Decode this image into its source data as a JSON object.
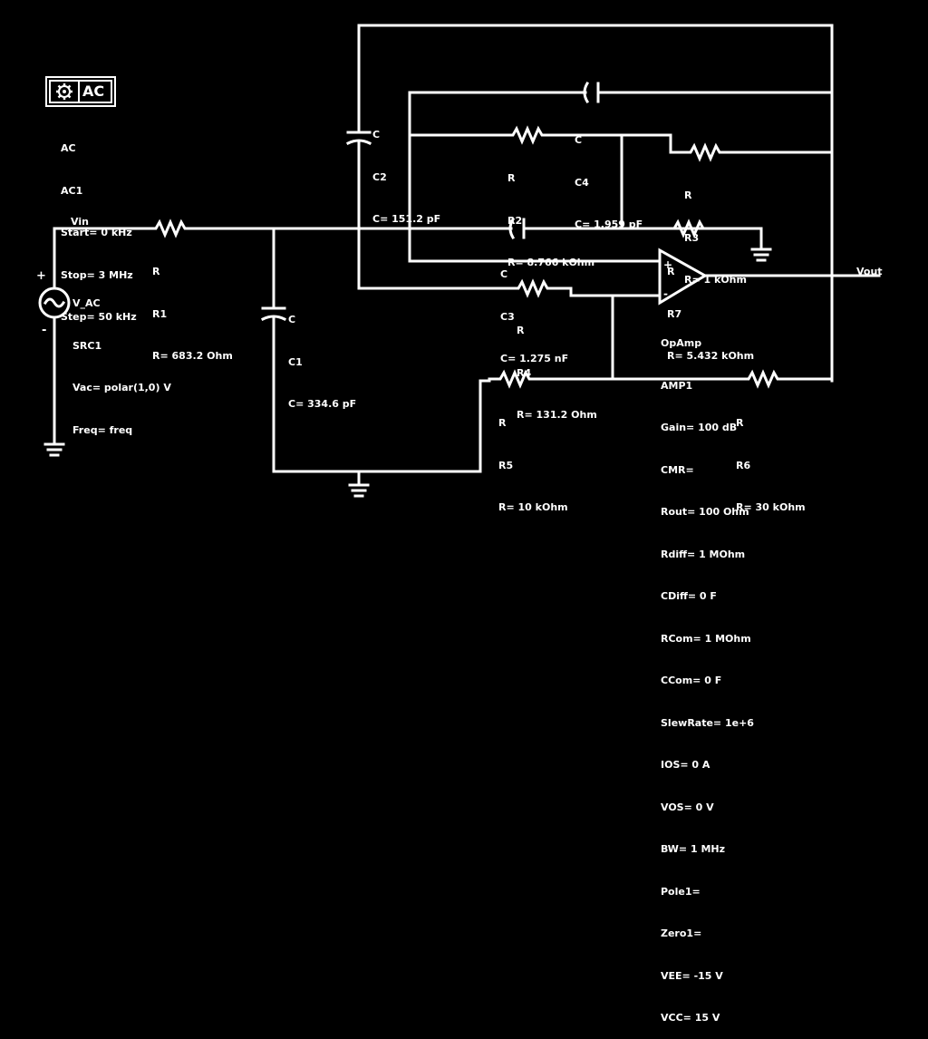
{
  "nets": {
    "vin": "Vin",
    "vout": "Vout"
  },
  "ac_controller": {
    "icon_label": "AC",
    "lines": [
      "AC",
      "AC1",
      "Start= 0 kHz",
      "Stop= 3 MHz",
      "Step= 50 kHz"
    ]
  },
  "source": {
    "lines": [
      "V_AC",
      "SRC1",
      "Vac= polar(1,0) V",
      "Freq= freq"
    ],
    "plus": "+",
    "minus": "-"
  },
  "components": {
    "r1": [
      "R",
      "R1",
      "R= 683.2 Ohm"
    ],
    "c1": [
      "C",
      "C1",
      "C= 334.6 pF"
    ],
    "c2": [
      "C",
      "C2",
      "C= 151.2 pF"
    ],
    "r2": [
      "R",
      "R2",
      "R= 8.766 kOhm"
    ],
    "c4": [
      "C",
      "C4",
      "C= 1.959 pF"
    ],
    "r3": [
      "R",
      "R3",
      "R= 1 kOhm"
    ],
    "c3": [
      "C",
      "C3",
      "C= 1.275 nF"
    ],
    "r7": [
      "R",
      "R7",
      "R= 5.432 kOhm"
    ],
    "r4": [
      "R",
      "R4",
      "R= 131.2 Ohm"
    ],
    "r5": [
      "R",
      "R5",
      "R= 10 kOhm"
    ],
    "r6": [
      "R",
      "R6",
      "R= 30 kOhm"
    ]
  },
  "opamp": {
    "lines": [
      "OpAmp",
      "AMP1",
      "Gain= 100 dB",
      "CMR=",
      "Rout= 100 Ohm",
      "Rdiff= 1 MOhm",
      "CDiff= 0 F",
      "RCom= 1 MOhm",
      "CCom= 0 F",
      "SlewRate= 1e+6",
      "IOS= 0 A",
      "VOS= 0 V",
      "BW= 1 MHz",
      "Pole1=",
      "Zero1=",
      "VEE= -15 V",
      "VCC= 15 V"
    ],
    "plus": "+",
    "minus": "-"
  }
}
